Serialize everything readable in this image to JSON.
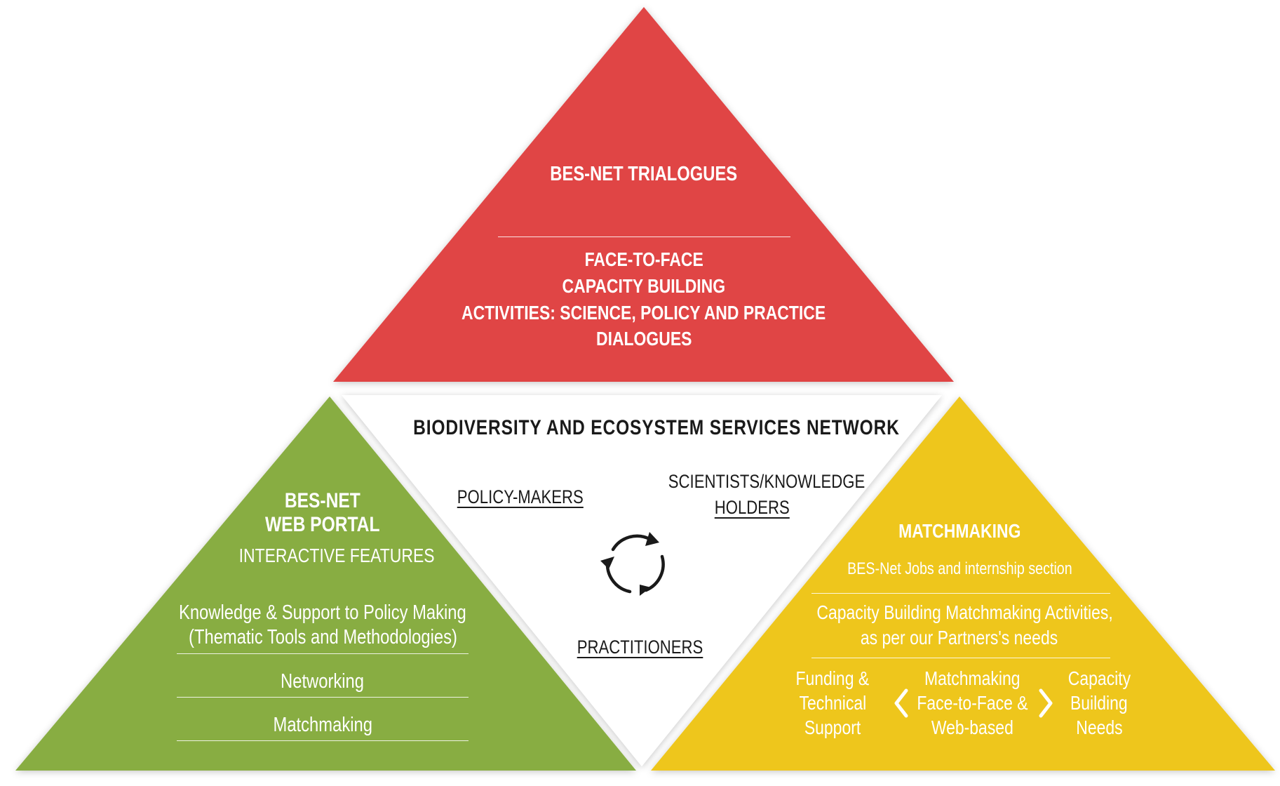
{
  "colors": {
    "top_triangle": "#e04545",
    "left_triangle": "#88ad42",
    "right_triangle": "#eec61f",
    "center_triangle": "#ffffff",
    "text_dark": "#1a1a1a",
    "text_light": "#ffffff"
  },
  "top": {
    "title": "BES-NET TRIALOGUES",
    "lines": [
      "FACE-TO-FACE",
      "CAPACITY BUILDING",
      "ACTIVITIES: SCIENCE, POLICY AND PRACTICE",
      "DIALOGUES"
    ]
  },
  "center": {
    "title": "BIODIVERSITY AND ECOSYSTEM SERVICES NETWORK",
    "policy_makers": "POLICY-MAKERS",
    "scientists_line1": "SCIENTISTS/KNOWLEDGE",
    "scientists_line2": "HOLDERS",
    "practitioners": "PRACTITIONERS",
    "cycle_icon": "recycle-arrows-icon"
  },
  "left": {
    "title_line1": "BES-NET",
    "title_line2": "WEB PORTAL",
    "subtitle": "INTERACTIVE FEATURES",
    "knowledge_line1": "Knowledge & Support to Policy Making",
    "knowledge_line2": "(Thematic Tools and Methodologies)",
    "networking": "Networking",
    "matchmaking": "Matchmaking"
  },
  "right": {
    "title": "MATCHMAKING",
    "jobs": "BES-Net Jobs and internship section",
    "capacity_line1": "Capacity Building Matchmaking Activities,",
    "capacity_line2": "as per our Partners's needs",
    "col1": [
      "Funding &",
      "Technical",
      "Support"
    ],
    "col2": [
      "Matchmaking",
      "Face-to-Face &",
      "Web-based"
    ],
    "col3": [
      "Capacity",
      "Building",
      "Needs"
    ],
    "chevron_left_icon": "chevron-left-icon",
    "chevron_right_icon": "chevron-right-icon"
  }
}
